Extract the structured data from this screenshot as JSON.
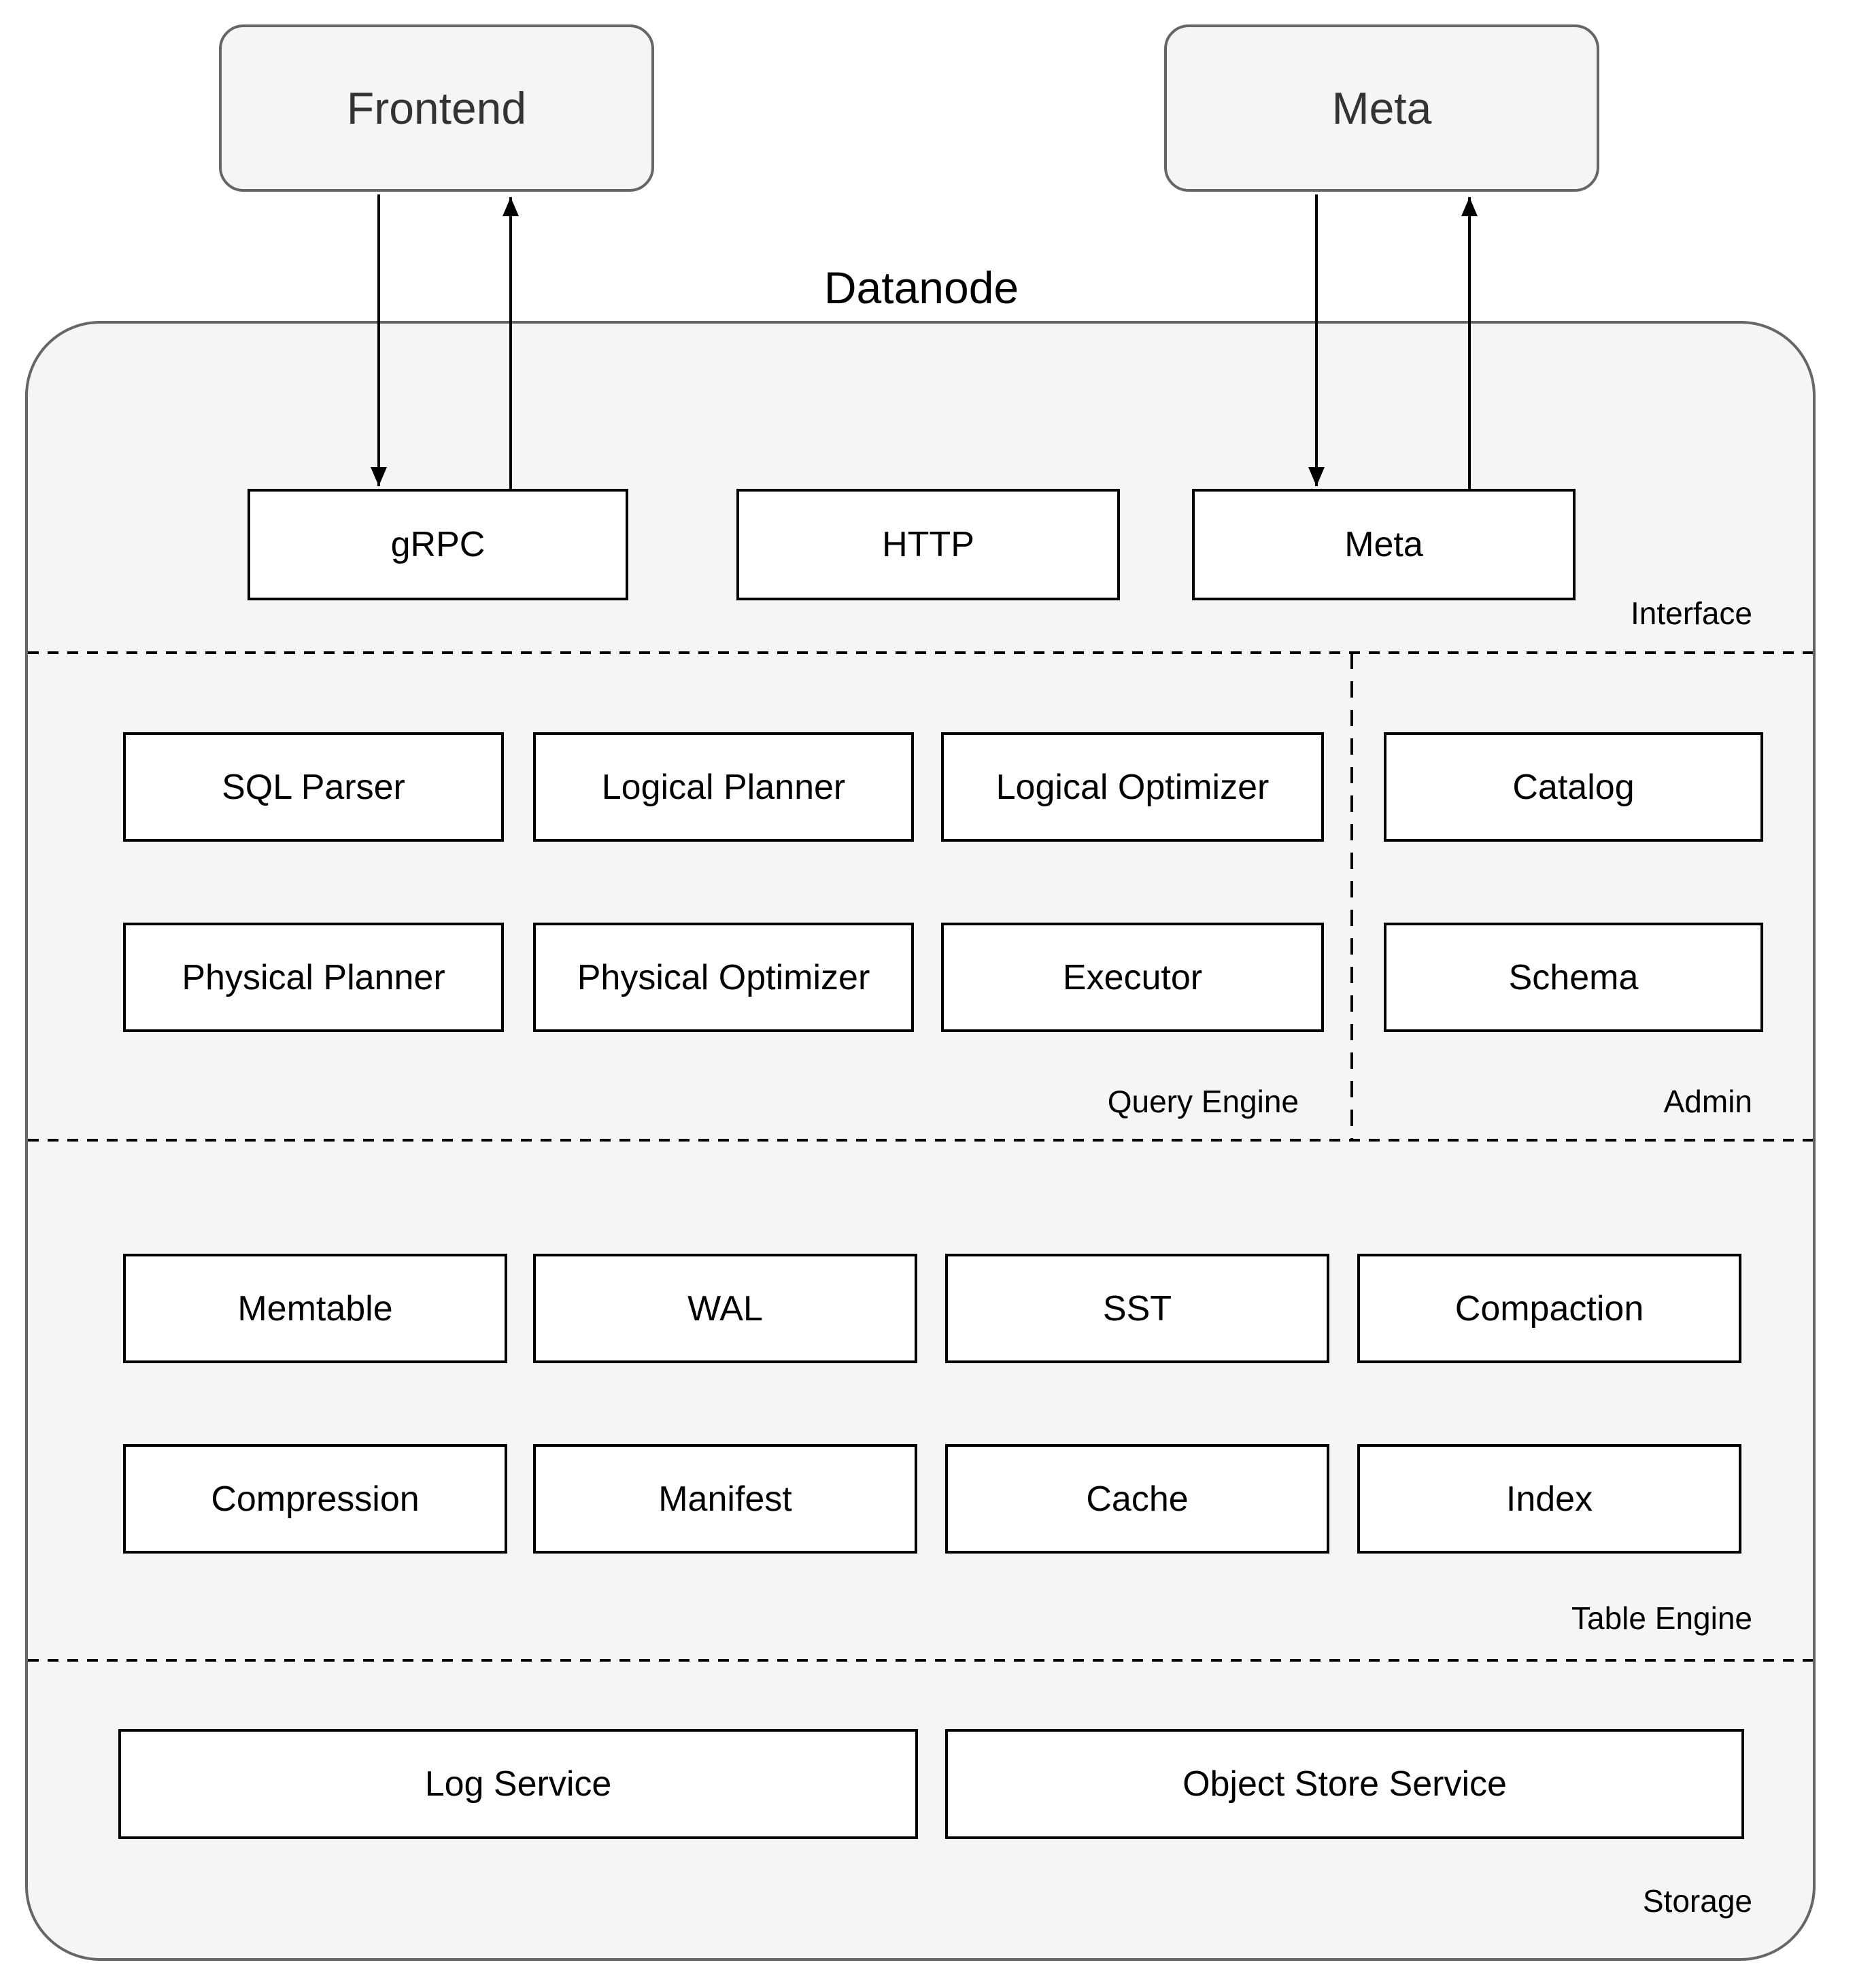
{
  "diagram": {
    "title": "Datanode",
    "external_nodes": [
      {
        "label": "Frontend"
      },
      {
        "label": "Meta"
      }
    ],
    "sections": {
      "interface": {
        "label": "Interface",
        "nodes": [
          {
            "label": "gRPC"
          },
          {
            "label": "HTTP"
          },
          {
            "label": "Meta"
          }
        ]
      },
      "query_engine": {
        "label": "Query Engine",
        "nodes": [
          {
            "label": "SQL Parser"
          },
          {
            "label": "Logical Planner"
          },
          {
            "label": "Logical Optimizer"
          },
          {
            "label": "Physical Planner"
          },
          {
            "label": "Physical Optimizer"
          },
          {
            "label": "Executor"
          }
        ]
      },
      "admin": {
        "label": "Admin",
        "nodes": [
          {
            "label": "Catalog"
          },
          {
            "label": "Schema"
          }
        ]
      },
      "table_engine": {
        "label": "Table Engine",
        "nodes": [
          {
            "label": "Memtable"
          },
          {
            "label": "WAL"
          },
          {
            "label": "SST"
          },
          {
            "label": "Compaction"
          },
          {
            "label": "Compression"
          },
          {
            "label": "Manifest"
          },
          {
            "label": "Cache"
          },
          {
            "label": "Index"
          }
        ]
      },
      "storage": {
        "label": "Storage",
        "nodes": [
          {
            "label": "Log Service"
          },
          {
            "label": "Object Store Service"
          }
        ]
      }
    },
    "colors": {
      "canvas_bg": "#ffffff",
      "container_fill": "#f5f5f5",
      "container_border": "#666666",
      "node_fill": "#ffffff",
      "node_border": "#000000",
      "external_fill": "#f5f5f5",
      "external_border": "#666666",
      "text": "#000000",
      "arrow": "#000000"
    }
  }
}
